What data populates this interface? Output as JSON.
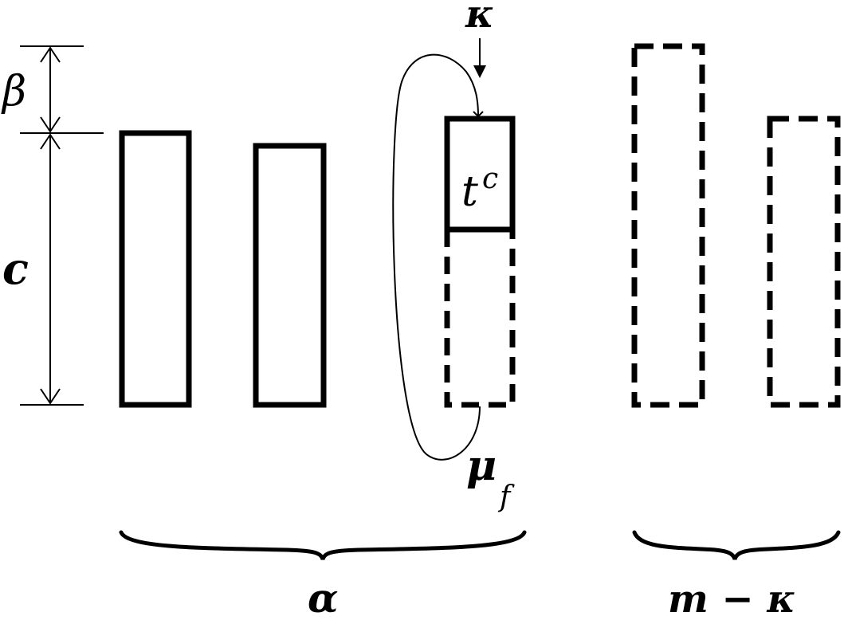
{
  "labels": {
    "beta": "β",
    "c": "c",
    "kappa": "κ",
    "t_base": "t",
    "t_sup": "c",
    "mu_base": "μ",
    "mu_sub": "f",
    "alpha": "α",
    "m_minus_kappa": "m − κ"
  },
  "colors": {
    "stroke": "#000000",
    "background": "#ffffff"
  }
}
